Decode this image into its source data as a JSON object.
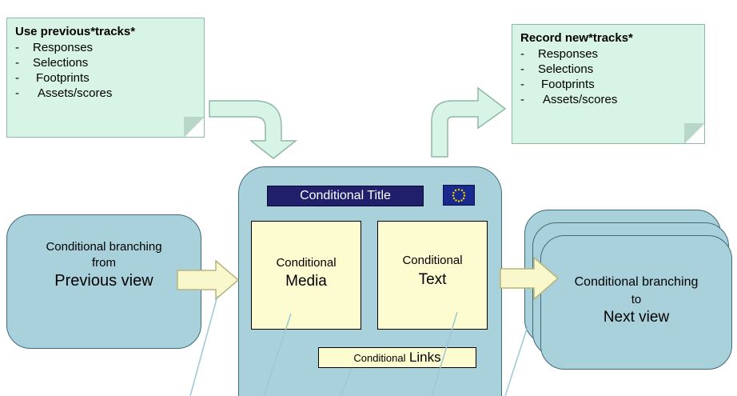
{
  "notes": {
    "previous": {
      "title": "Use previous*tracks*",
      "items": [
        "Responses",
        "Selections",
        "Footprints",
        "Assets/scores"
      ],
      "bullet": "-"
    },
    "new": {
      "title": "Record new*tracks*",
      "items": [
        "Responses",
        "Selections",
        "Footprints",
        "Assets/scores"
      ],
      "bullet": "-"
    }
  },
  "left_view": {
    "line1": "Conditional branching",
    "line2": "from",
    "line3": "Previous view"
  },
  "center": {
    "title": "Conditional Title",
    "media": {
      "line1": "Conditional",
      "line2": "Media"
    },
    "text": {
      "line1": "Conditional",
      "line2": "Text"
    },
    "links": {
      "small": "Conditional",
      "big": "Links"
    }
  },
  "right_view": {
    "line1": "Conditional branching",
    "line2": "to",
    "line3": "Next view"
  },
  "colors": {
    "note_fill": "#d8f4e6",
    "panel_fill": "#a9d1dc",
    "arrow_fill": "#f9f8cc",
    "title_bar": "#1f1f6b",
    "flag": "#1a2a8c"
  }
}
